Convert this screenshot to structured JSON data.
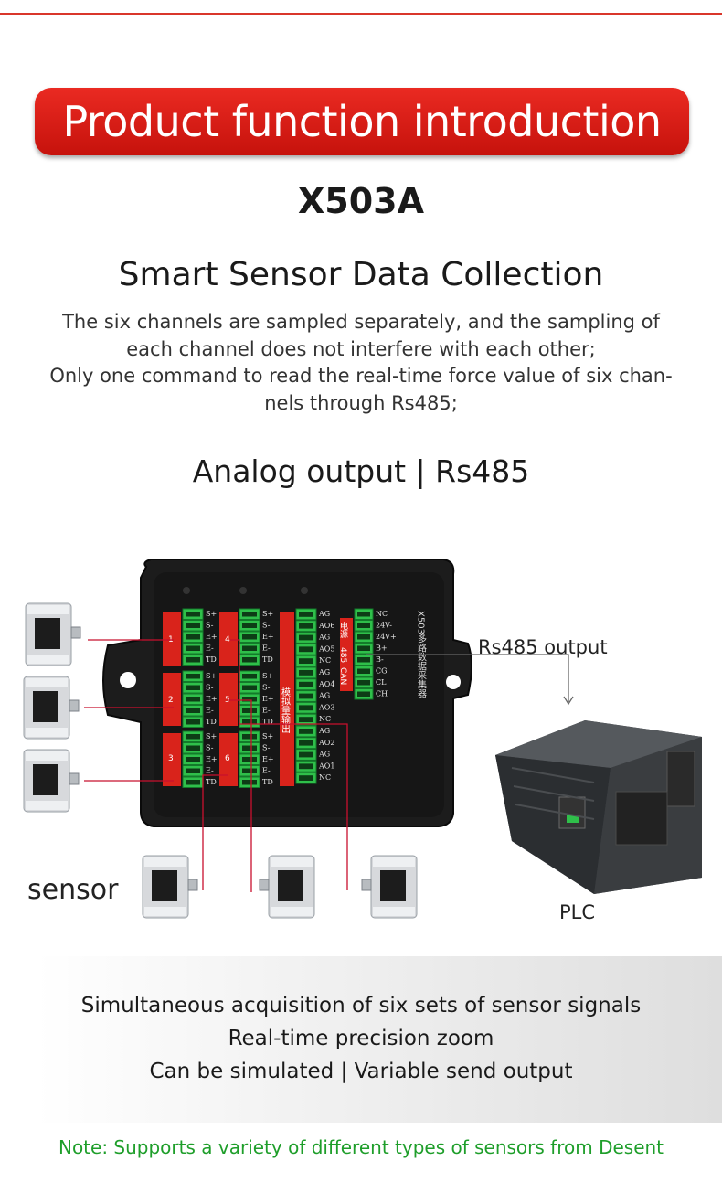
{
  "banner": {
    "title": "Product function introduction"
  },
  "model": "X503A",
  "section1": {
    "title": "Smart Sensor Data Collection",
    "lines": [
      "The six channels are sampled separately, and the sampling of",
      "each channel does not interfere with each other;",
      "Only one command to read the real-time force value of six chan-",
      "nels through Rs485;"
    ]
  },
  "section2": {
    "title": "Analog output | Rs485"
  },
  "diagram": {
    "rs485_label": "Rs485 output",
    "plc_label": "PLC",
    "sensor_label": "sensor",
    "device_label": "X503多路数据采集器",
    "power_label": "电源",
    "bus_485": "485",
    "bus_can": "CAN",
    "analog_out_label": "模拟量输出",
    "channel_numbers": [
      "1",
      "2",
      "3",
      "4",
      "5",
      "6"
    ],
    "sensor_pins": [
      "S+",
      "S-",
      "E+",
      "E-",
      "TD"
    ],
    "analog_col1": [
      "AG",
      "AO6",
      "AG",
      "AO5",
      "NC",
      "AG",
      "AO4",
      "AG",
      "AO3",
      "NC",
      "AG",
      "AO2",
      "AG",
      "AO1",
      "NC"
    ],
    "comm_pins": [
      "NC",
      "24V-",
      "24V+",
      "B+",
      "B-",
      "CG",
      "CL",
      "CH"
    ],
    "colors": {
      "terminal_green": "#2fbf4a",
      "label_red": "#d9231b",
      "wire_red": "#c8102e",
      "device_black": "#1b1b1b"
    }
  },
  "features": {
    "lines": [
      "Simultaneous acquisition of six sets of sensor signals",
      "Real-time precision zoom",
      "Can be simulated | Variable send output"
    ]
  },
  "note": "Note: Supports a variety of different types of sensors from Desent"
}
